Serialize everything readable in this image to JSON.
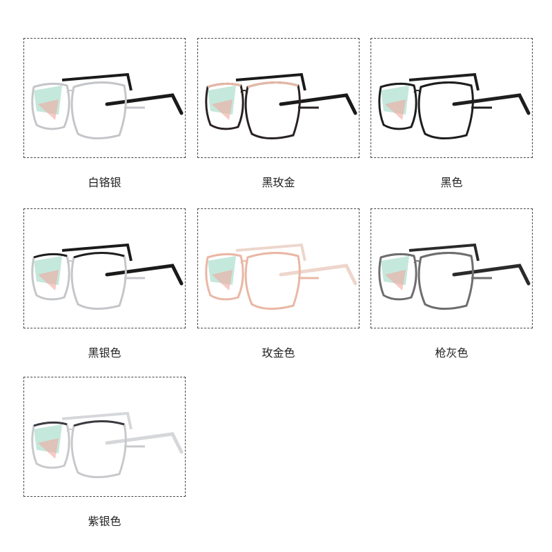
{
  "variants": [
    {
      "label": "白铬银",
      "frame": "#c4c6c9",
      "front_top": "#c4c6c9",
      "temple": "#1a1a1a"
    },
    {
      "label": "黑玫金",
      "frame": "#2a2222",
      "front_top": "#e7b9a6",
      "temple": "#1a1a1a"
    },
    {
      "label": "黑色",
      "frame": "#1e1e1e",
      "front_top": "#1e1e1e",
      "temple": "#1e1e1e"
    },
    {
      "label": "黑银色",
      "frame": "#c4c6c9",
      "front_top": "#1e1e1e",
      "temple": "#1a1a1a"
    },
    {
      "label": "玫金色",
      "frame": "#eab7a4",
      "front_top": "#eab7a4",
      "temple": "#eed6cc"
    },
    {
      "label": "枪灰色",
      "frame": "#6f6d6f",
      "front_top": "#6f6d6f",
      "temple": "#2a2a2a"
    },
    {
      "label": "紫银色",
      "frame": "#c8c9cc",
      "front_top": "#3a3a40",
      "temple": "#d6d7da"
    }
  ]
}
